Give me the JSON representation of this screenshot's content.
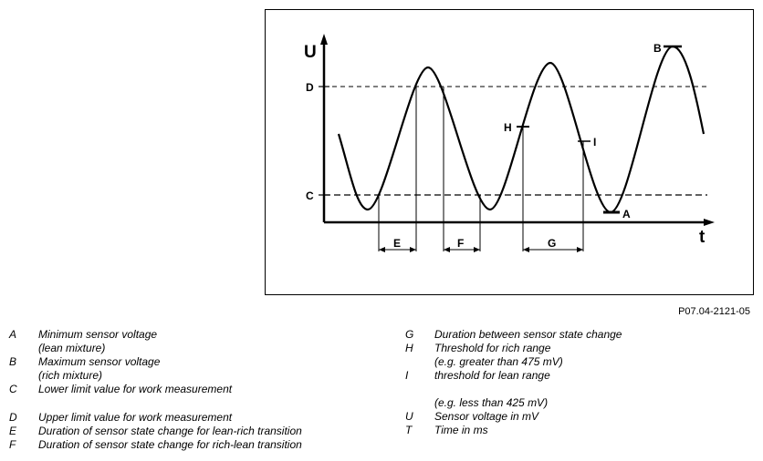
{
  "diagram": {
    "axis_labels": {
      "y": "U",
      "x": "t"
    },
    "level_labels": {
      "upper": "D",
      "lower": "C"
    },
    "point_labels": {
      "a": "A",
      "b": "B",
      "h": "H",
      "i": "I"
    },
    "interval_labels": {
      "e": "E",
      "f": "F",
      "g": "G"
    }
  },
  "figure_id": "P07.04-2121-05",
  "legend": {
    "left": [
      {
        "key": "A",
        "lines": [
          "Minimum sensor voltage",
          "(lean mixture)"
        ]
      },
      {
        "key": "B",
        "lines": [
          "Maximum sensor voltage",
          "(rich mixture)"
        ]
      },
      {
        "key": "C",
        "lines": [
          "Lower limit value for work measurement"
        ]
      },
      {
        "key": "D",
        "lines": [
          "Upper limit value for work measurement"
        ]
      },
      {
        "key": "E",
        "lines": [
          "Duration of sensor state change for lean-rich transition"
        ]
      },
      {
        "key": "F",
        "lines": [
          "Duration of sensor state change for rich-lean transition"
        ]
      }
    ],
    "right": [
      {
        "key": "G",
        "lines": [
          "Duration between sensor state change"
        ]
      },
      {
        "key": "H",
        "lines": [
          "Threshold for rich range",
          "(e.g. greater than 475 mV)"
        ]
      },
      {
        "key": "I",
        "lines": [
          "threshold for lean range",
          "",
          "(e.g. less than 425 mV)"
        ]
      },
      {
        "key": "U",
        "lines": [
          "Sensor voltage in mV"
        ]
      },
      {
        "key": "T",
        "lines": [
          "Time in ms"
        ]
      }
    ]
  }
}
